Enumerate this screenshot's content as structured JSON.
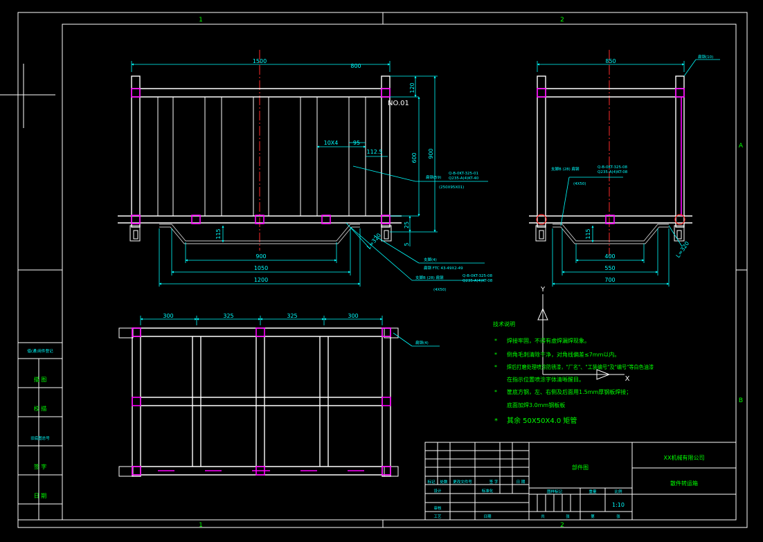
{
  "border": {
    "zones_top": [
      "1",
      "2"
    ],
    "zones_bottom": [
      "1",
      "2"
    ],
    "zones_right": [
      "A",
      "B"
    ]
  },
  "front_view": {
    "label": "NO.01",
    "dims": {
      "total_top": "1500",
      "sub_top": "800",
      "h_120": "120",
      "h_900": "900",
      "h_600": "600",
      "h_25": "25",
      "h_5": "5",
      "h_115": "115",
      "w_900": "900",
      "w_1050": "1050",
      "w_1200": "1200",
      "pitch_95": "95",
      "pitch_1125": "112.5",
      "tube_note": "10X4",
      "slope": "L=320"
    },
    "callouts": {
      "slat_lead": "扁钢(59)",
      "slat_spec_1": "Q-B-0KT-325-01",
      "slat_spec_2": "Q235-A(4)KT-40",
      "slat_size": "(250X95X01)",
      "foot_lead": "支脚(4)",
      "foot_spec": "扁钢 FTC 43-49X2-49",
      "base_lead": "支脚B (28) 扁钢",
      "base_spec_1": "Q-B-0KT-325-08",
      "base_spec_2": "Q235-A(4)KT-08",
      "base_size": "(4X50)"
    }
  },
  "side_view": {
    "dims": {
      "top": "850",
      "w_400": "400",
      "w_550": "550",
      "w_700": "700",
      "h_115": "115",
      "slope": "L=320"
    },
    "callouts": {
      "top_lead": "扁钢(10)",
      "mid_lead": "支脚B (28) 扁钢",
      "mid_spec_1": "Q-B-0KT-325-08",
      "mid_spec_2": "Q235-A(4)KT-08",
      "mid_size": "(4X50)"
    }
  },
  "top_view": {
    "dims": [
      "300",
      "325",
      "325",
      "300"
    ],
    "callout": "扁钢(4)"
  },
  "axes": {
    "y": "Y",
    "x": "X"
  },
  "notes": {
    "title": "技术说明",
    "bullet": "*",
    "lines": [
      "焊接牢固，不得有虚焊漏焊现象。",
      "倒角毛刺清除干净，对角线偏差≤7mm以内。",
      "焊后打磨处理喷涂防锈漆，\"厂名\"、\"工装编号\"及\"编号\"等白色油漆",
      "在指示位置喷涂字体清晰醒目。",
      "筐底方钢，左、右侧及后面用1.5mm厚钢板焊接；",
      "底面加焊3.0mm钢板板"
    ],
    "last": "其余 50X50X4.0 矩管"
  },
  "left_strip": [
    "借(通)用件登记",
    "描 图",
    "校 描",
    "旧底图总号",
    "签 字",
    "日 期"
  ],
  "title_block": {
    "drawing_type": "部件图",
    "company": "XX机械有限公司",
    "part_name": "散件转运箱",
    "hdr_labels": [
      "标记",
      "处数",
      "更改文件号",
      "签 字",
      "日 期"
    ],
    "row2_labels": [
      "设计",
      "标准化"
    ],
    "col_labels": [
      "图样标记",
      "重量",
      "比例"
    ],
    "scale": "1:10",
    "row3_labels": [
      "审核",
      "工艺",
      "日期"
    ],
    "sheet_labels": [
      "共",
      "张",
      "第",
      "张"
    ]
  }
}
